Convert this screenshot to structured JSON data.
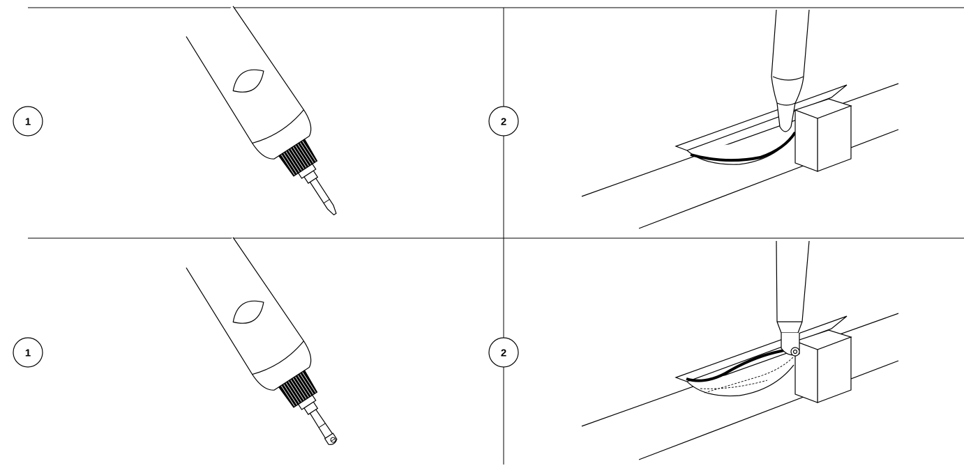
{
  "steps": {
    "top": {
      "step1": "1",
      "step2": "2"
    },
    "bottom": {
      "step1": "1",
      "step2": "2"
    }
  },
  "colors": {
    "line": "#000000",
    "background": "#ffffff"
  }
}
